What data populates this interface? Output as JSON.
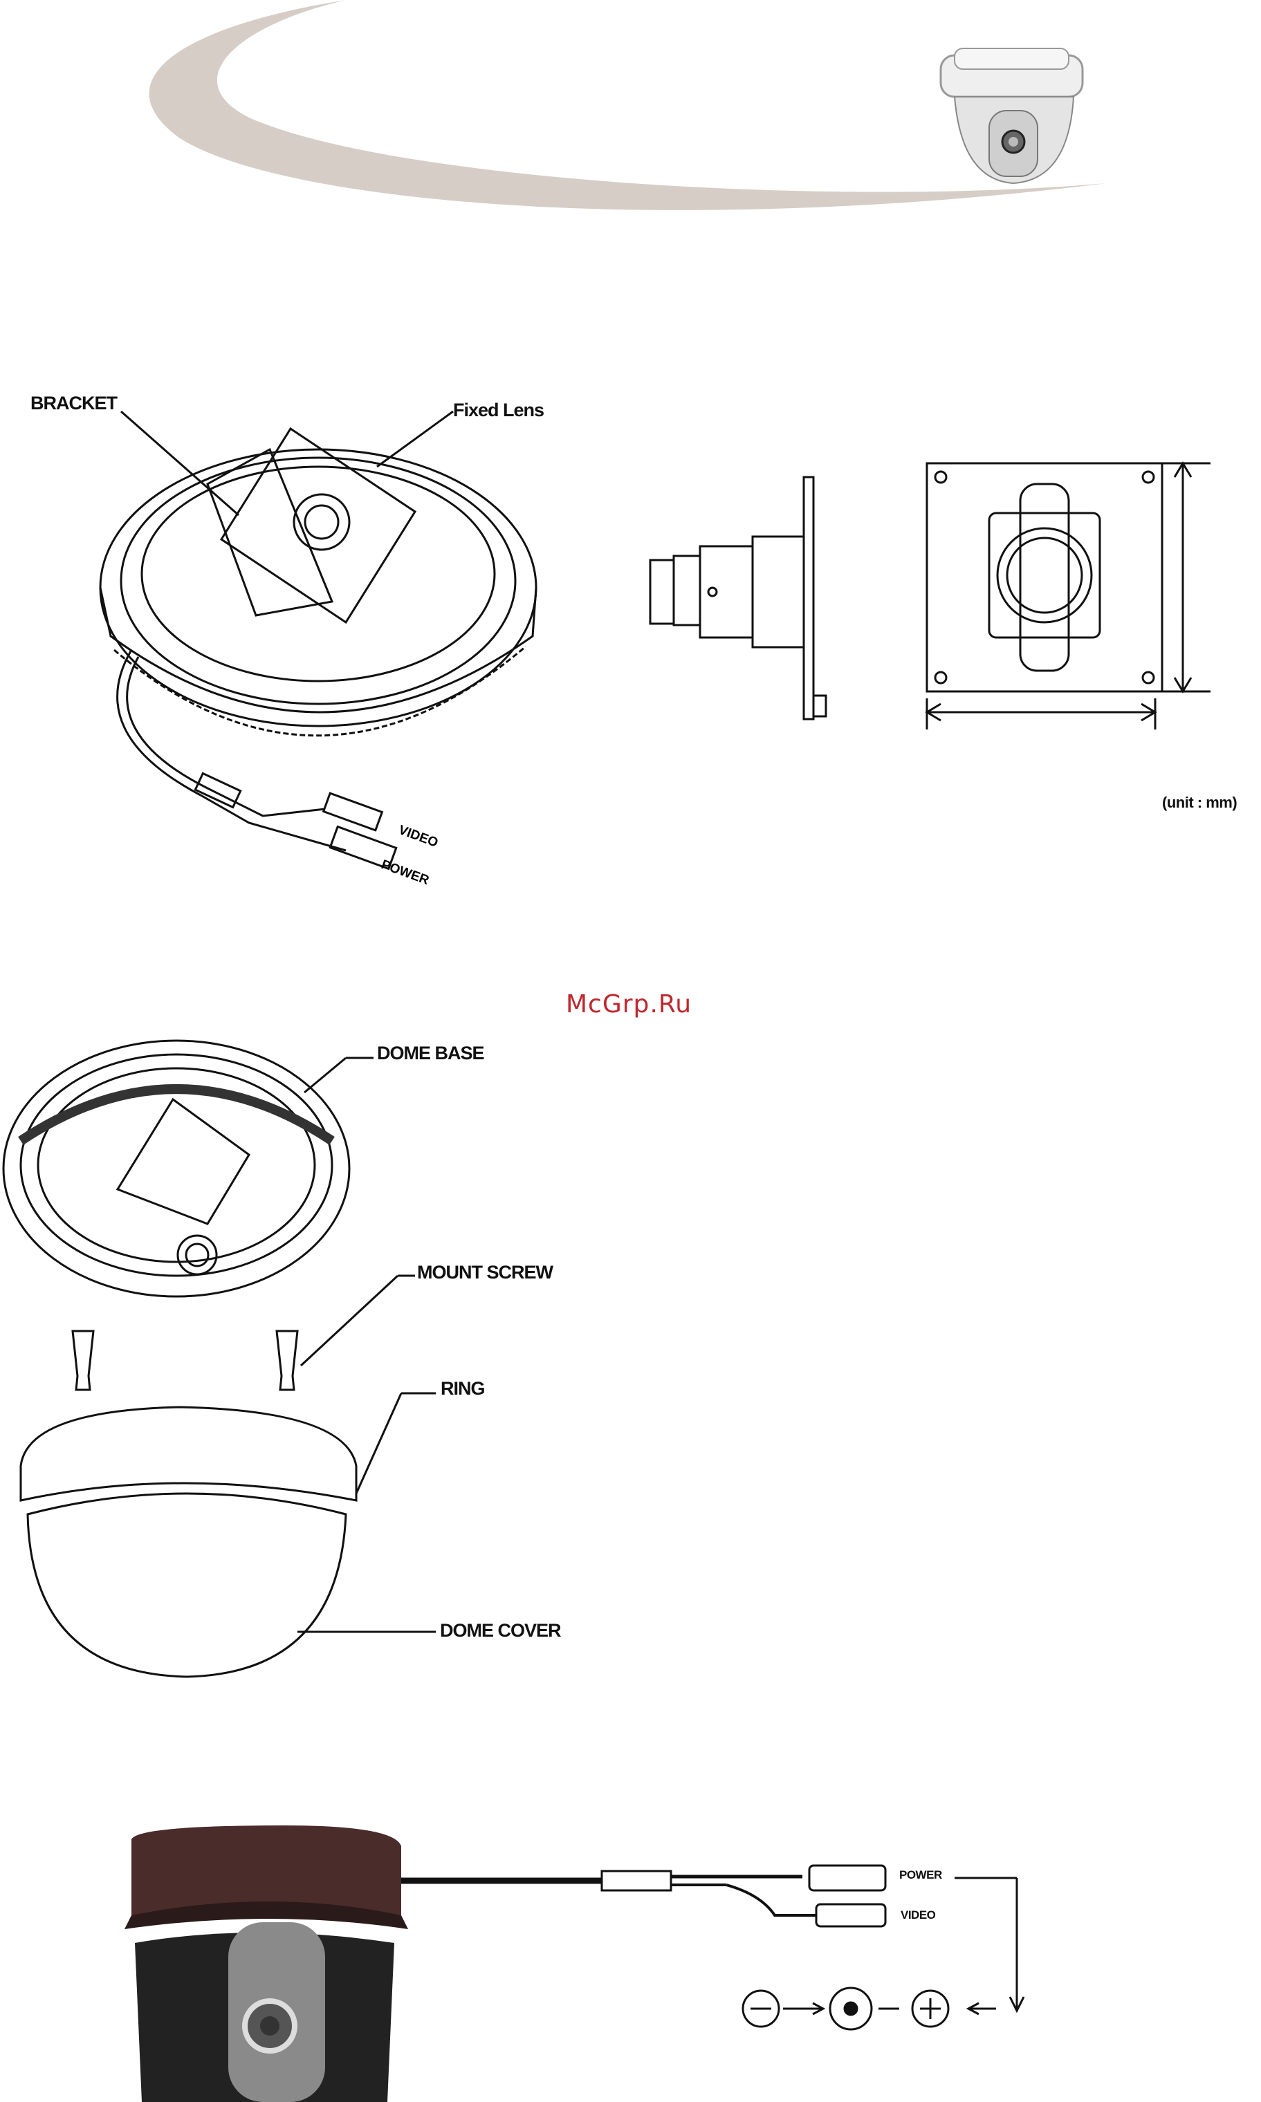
{
  "figure1": {
    "label_bracket": "BRACKET",
    "label_fixed_lens": "Fixed Lens",
    "label_video": "VIDEO",
    "label_power": "POWER",
    "unit_note": "(unit : mm)"
  },
  "watermark": "McGrp.Ru",
  "figure2": {
    "label_dome_base": "DOME BASE",
    "label_mount_screw": "MOUNT SCREW",
    "label_ring": "RING",
    "label_dome_cover": "DOME COVER"
  },
  "figure3": {
    "label_power": "POWER",
    "label_video": "VIDEO"
  },
  "colors": {
    "header_swoosh": "#d6cdc6",
    "camera_body": "#4a2c2b",
    "camera_dark": "#222222",
    "lens_panel": "#8a8a8a",
    "watermark": "#c0272d"
  }
}
